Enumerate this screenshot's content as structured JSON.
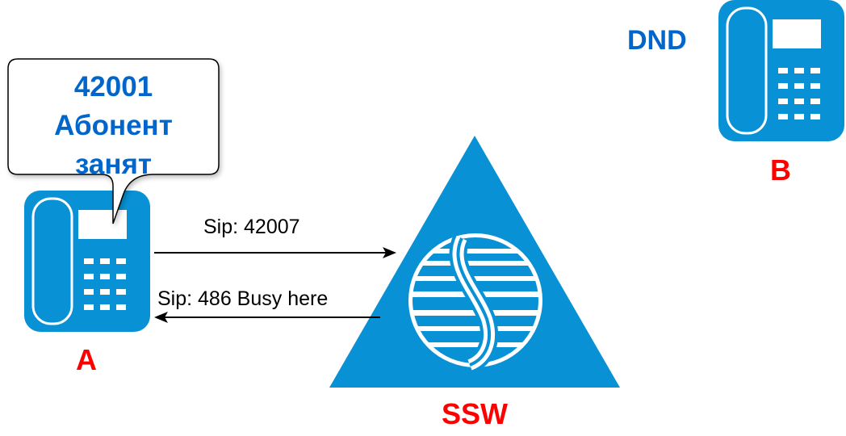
{
  "nodes": {
    "phone_a": {
      "label": "A"
    },
    "phone_b": {
      "label": "B",
      "status": "DND"
    },
    "softswitch": {
      "label": "SSW"
    }
  },
  "callout": {
    "lines": [
      "42001",
      "Абонент",
      "занят"
    ]
  },
  "messages": {
    "request": "Sip: 42007",
    "response": "Sip: 486 Busy here"
  },
  "colors": {
    "device": "#0891D4",
    "node_label": "#FF0000",
    "info_text": "#0066CC"
  }
}
